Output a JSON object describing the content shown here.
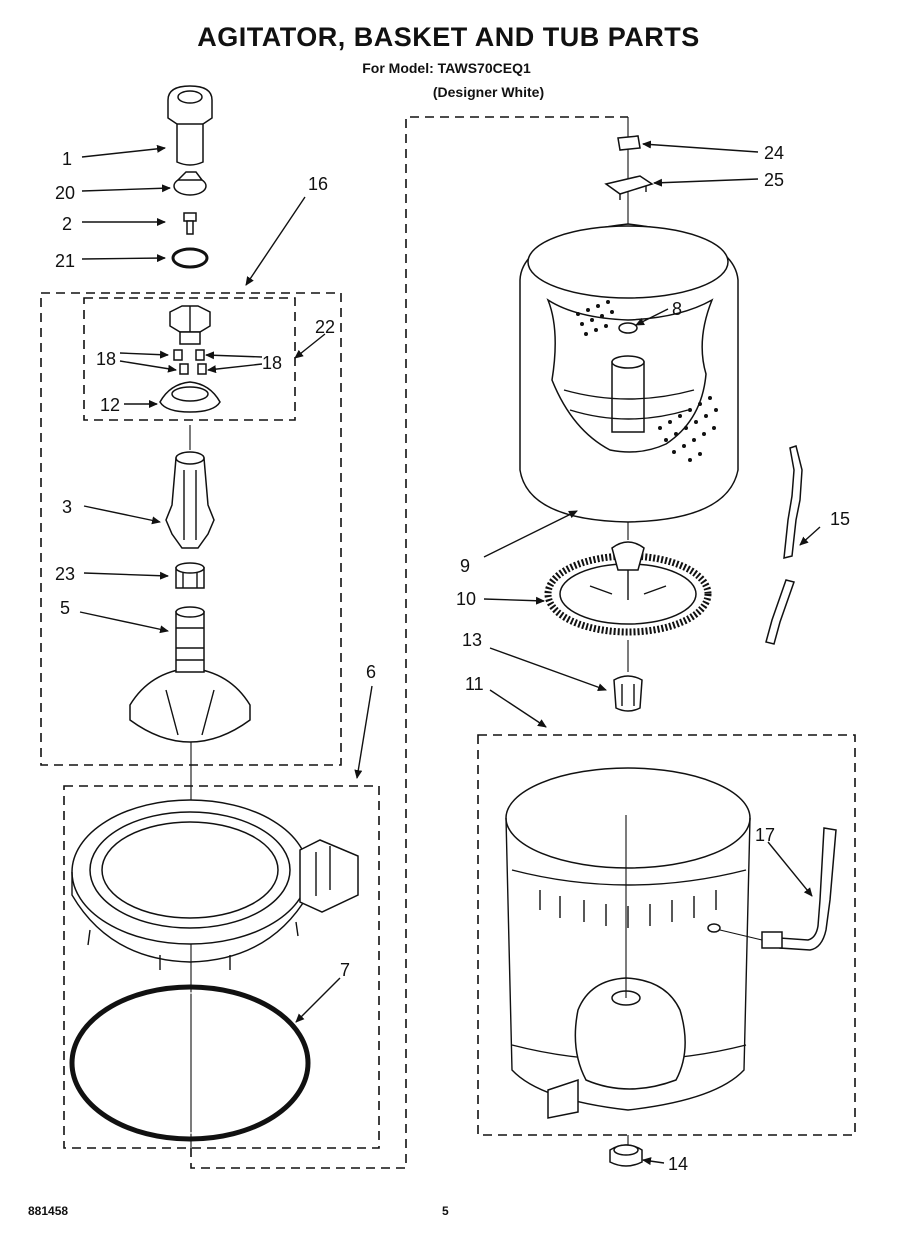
{
  "header": {
    "title": "AGITATOR, BASKET AND TUB PARTS",
    "model_line": "For Model: TAWS70CEQ1",
    "variant": "(Designer White)"
  },
  "footer": {
    "doc_number": "881458",
    "page_number": "5"
  },
  "callouts": {
    "c1": "1",
    "c20": "20",
    "c2": "2",
    "c21": "21",
    "c16": "16",
    "c22": "22",
    "c18a": "18",
    "c18b": "18",
    "c12": "12",
    "c3": "3",
    "c23": "23",
    "c5": "5",
    "c6": "6",
    "c7": "7",
    "c24": "24",
    "c25": "25",
    "c8": "8",
    "c9": "9",
    "c10": "10",
    "c15": "15",
    "c13": "13",
    "c11": "11",
    "c17": "17",
    "c14": "14"
  }
}
